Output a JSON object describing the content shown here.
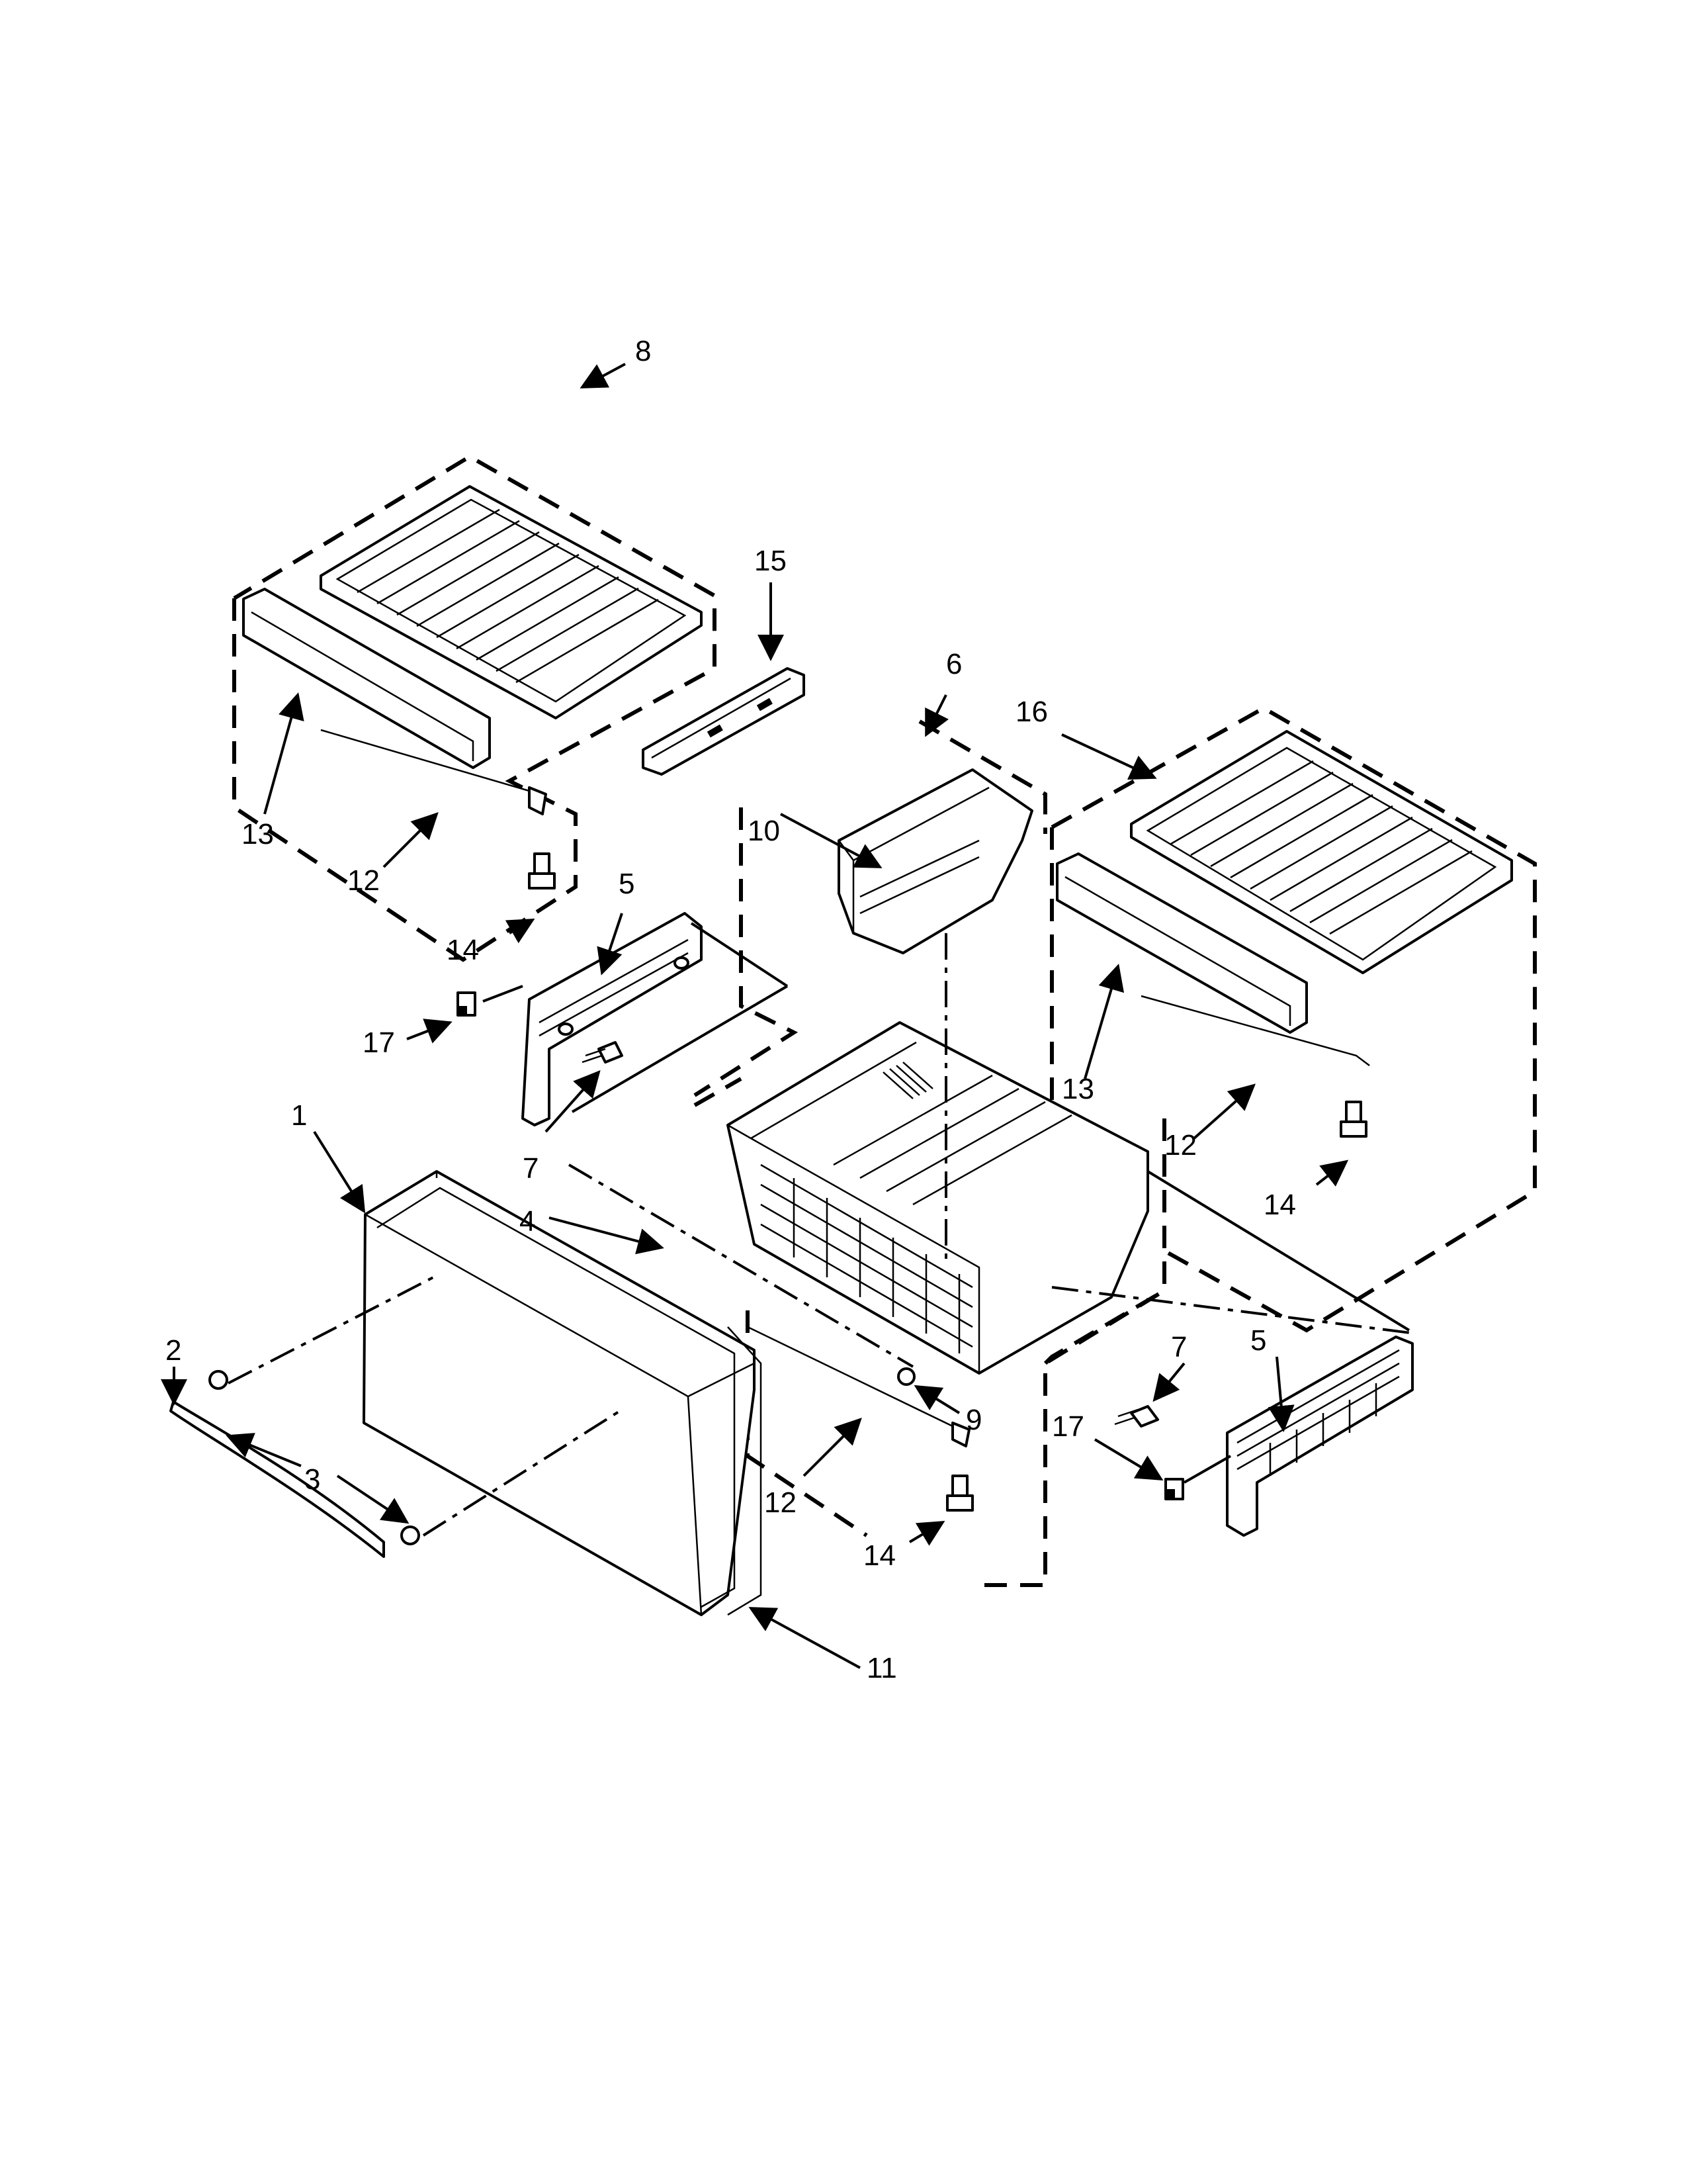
{
  "diagram": {
    "callouts": [
      {
        "id": "c8",
        "label": "8"
      },
      {
        "id": "c15",
        "label": "15"
      },
      {
        "id": "c6",
        "label": "6"
      },
      {
        "id": "c16",
        "label": "16"
      },
      {
        "id": "c10",
        "label": "10"
      },
      {
        "id": "c13a",
        "label": "13"
      },
      {
        "id": "c12a",
        "label": "12"
      },
      {
        "id": "c14a",
        "label": "14"
      },
      {
        "id": "c5a",
        "label": "5"
      },
      {
        "id": "c17a",
        "label": "17"
      },
      {
        "id": "c1",
        "label": "1"
      },
      {
        "id": "c7a",
        "label": "7"
      },
      {
        "id": "c4",
        "label": "4"
      },
      {
        "id": "c13b",
        "label": "13"
      },
      {
        "id": "c12b",
        "label": "12"
      },
      {
        "id": "c14b",
        "label": "14"
      },
      {
        "id": "c2",
        "label": "2"
      },
      {
        "id": "c3",
        "label": "3"
      },
      {
        "id": "c9",
        "label": "9"
      },
      {
        "id": "c12c",
        "label": "12"
      },
      {
        "id": "c14c",
        "label": "14"
      },
      {
        "id": "c11",
        "label": "11"
      },
      {
        "id": "c5b",
        "label": "5"
      },
      {
        "id": "c7b",
        "label": "7"
      },
      {
        "id": "c17b",
        "label": "17"
      }
    ]
  }
}
